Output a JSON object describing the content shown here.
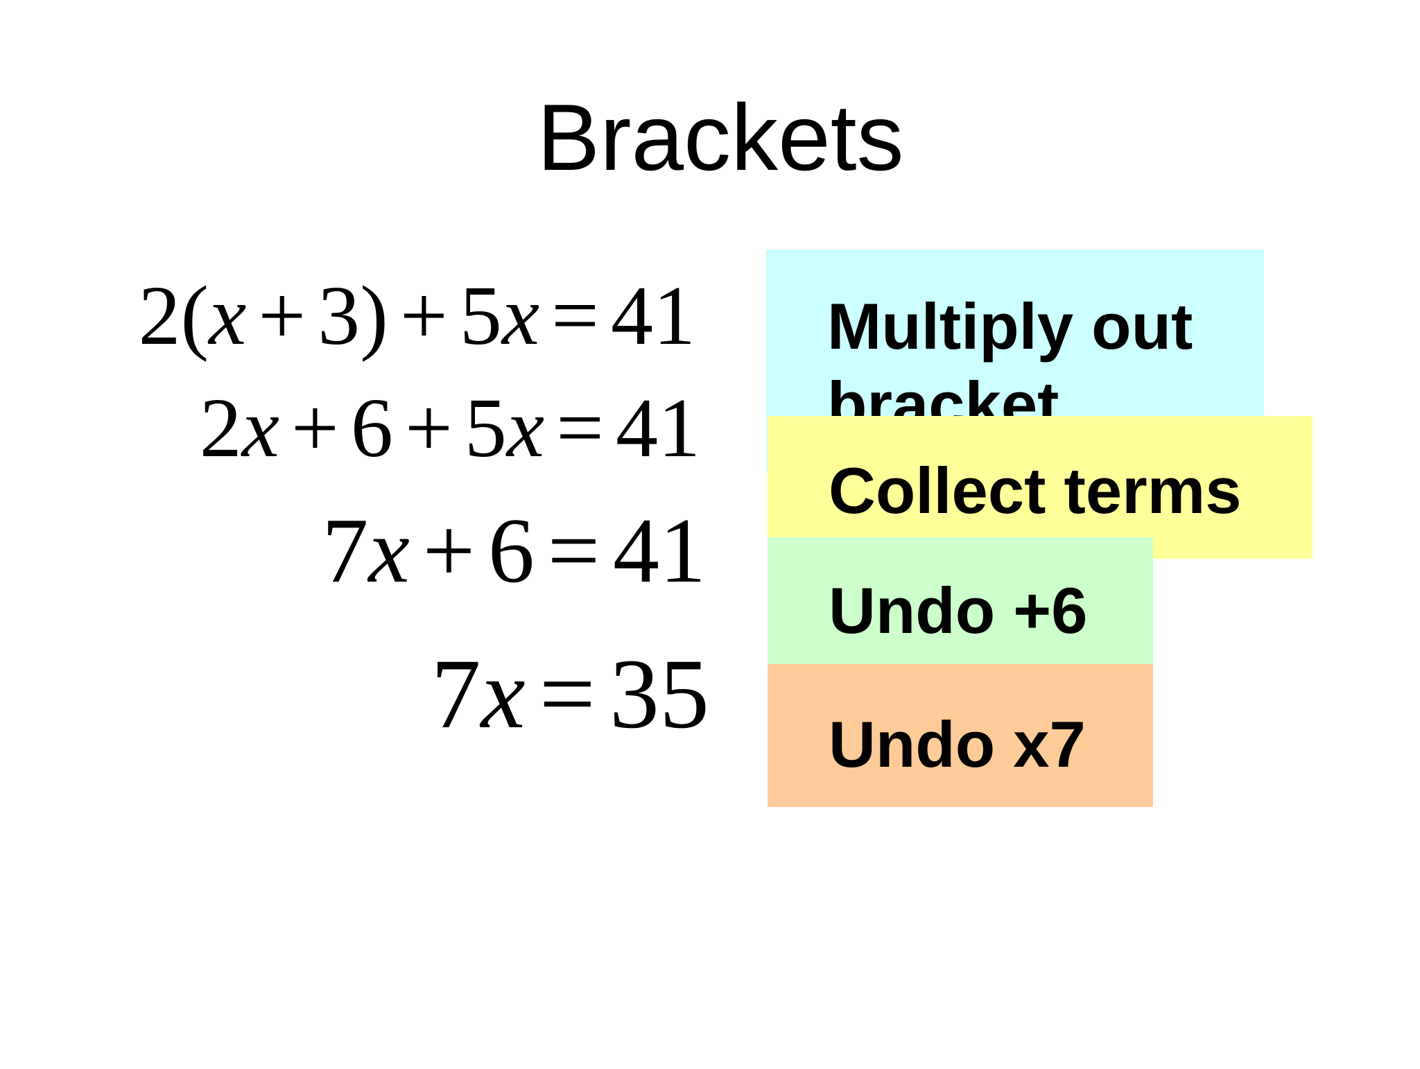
{
  "slide": {
    "title": "Brackets",
    "equations": [
      {
        "p1": "2(",
        "v1": "x",
        "p2": "+",
        "p3": "3)",
        "p4": "+",
        "p5": "5",
        "v2": "x",
        "p6": "=",
        "p7": "41"
      },
      {
        "p1": "2",
        "v1": "x",
        "p2": "+",
        "p3": "6",
        "p4": "+",
        "p5": "5",
        "v2": "x",
        "p6": "=",
        "p7": "41"
      },
      {
        "p1": "7",
        "v1": "x",
        "p2": "+",
        "p3": "6",
        "p6": "=",
        "p7": "41"
      },
      {
        "p1": "7",
        "v1": "x",
        "p6": "=",
        "p7": "35"
      }
    ],
    "steps": [
      {
        "label": "Multiply out bracket",
        "color": "#ccffff"
      },
      {
        "label": "Collect terms",
        "color": "#ffff99"
      },
      {
        "label": "Undo +6",
        "color": "#ccffcc"
      },
      {
        "label": "Undo x7",
        "color": "#ffcc99"
      }
    ]
  }
}
